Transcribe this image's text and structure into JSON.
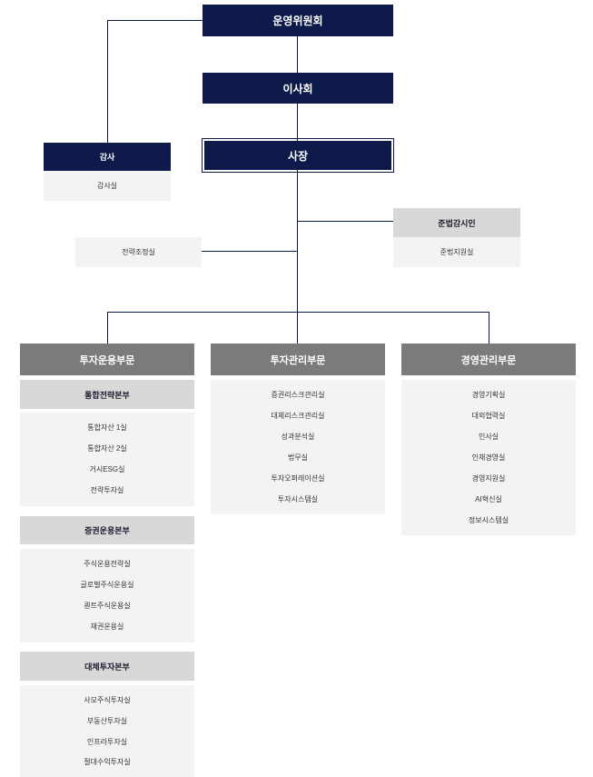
{
  "top": {
    "committee": "운영위원회",
    "board": "이사회",
    "president": "사장"
  },
  "audit": {
    "head": "감사",
    "office": "감사실"
  },
  "compliance": {
    "head": "준법감시인",
    "office": "준법지원실"
  },
  "strategy_office": "전략조정실",
  "divisions": [
    {
      "title": "투자운용부문",
      "groups": [
        {
          "title": "통합전략본부",
          "items": [
            "통합자산 1실",
            "통합자산 2실",
            "거시ESG실",
            "전략투자실"
          ]
        },
        {
          "title": "증권운용본부",
          "items": [
            "주식운용전략실",
            "글로벌주식운용실",
            "퀀트주식운용실",
            "채권운용실"
          ]
        },
        {
          "title": "대체투자본부",
          "items": [
            "사모주식투자실",
            "부동산투자실",
            "인프라투자실",
            "절대수익투자실"
          ]
        }
      ]
    },
    {
      "title": "투자관리부문",
      "items": [
        "증권리스크관리실",
        "대체리스크관리실",
        "성과분석실",
        "법무실",
        "투자오퍼레이션실",
        "투자시스템실"
      ]
    },
    {
      "title": "경영관리부문",
      "items": [
        "경영기획실",
        "대외협력실",
        "인사실",
        "인재경영실",
        "경영지원실",
        "AI혁신실",
        "정보시스템실"
      ]
    }
  ],
  "colors": {
    "navy": "#0d1a4a",
    "division_grey": "#7b7b7b",
    "group_grey": "#d8d8d8",
    "light_grey": "#f3f3f3"
  }
}
